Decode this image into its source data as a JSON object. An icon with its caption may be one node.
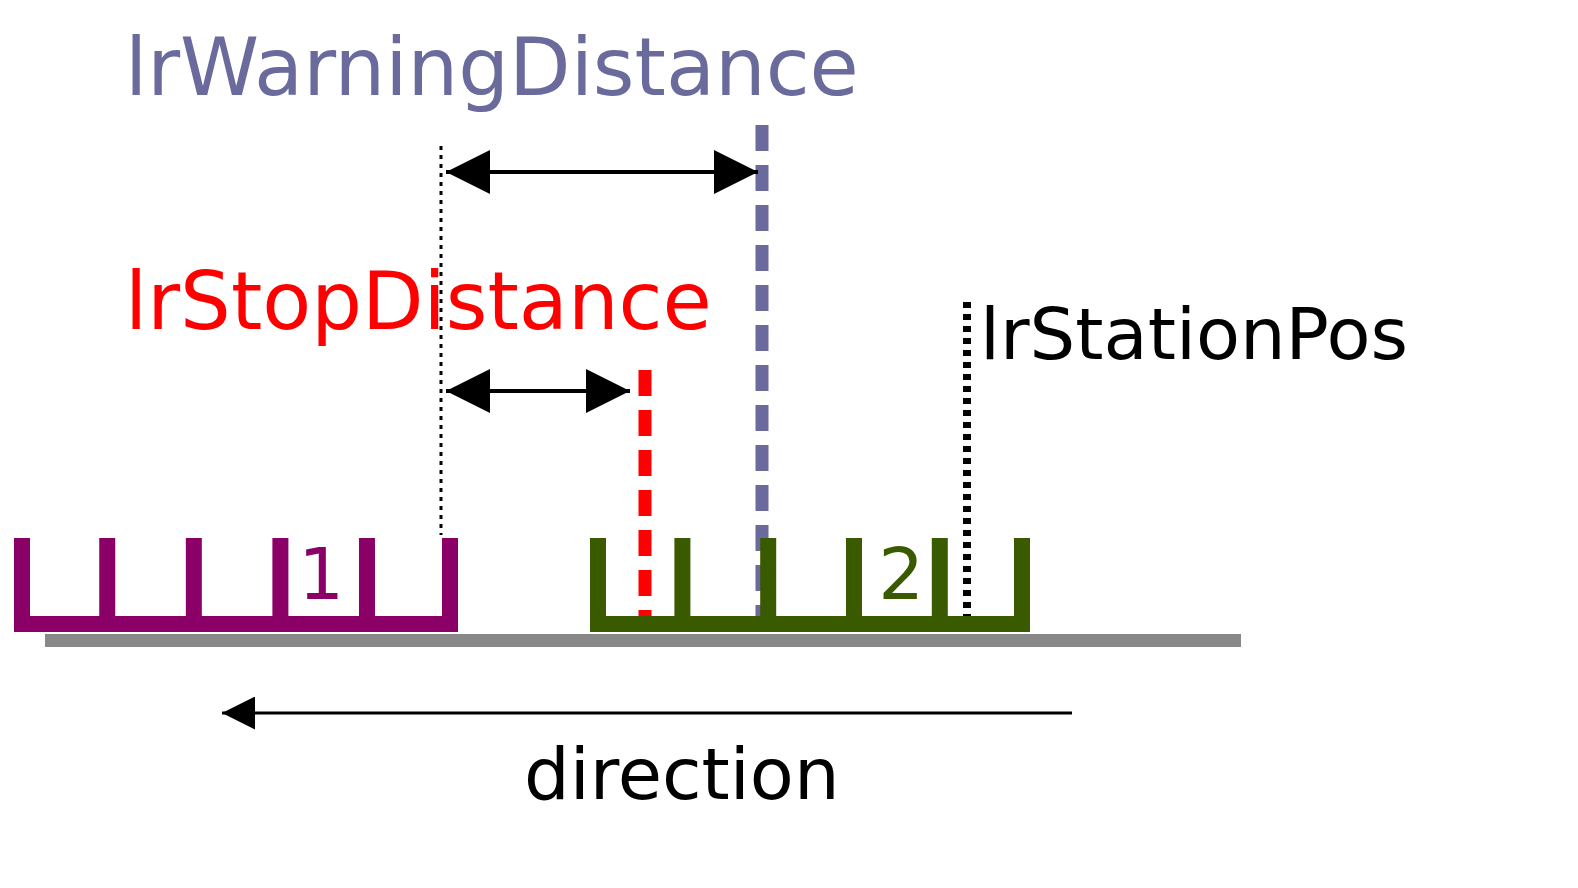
{
  "diagram": {
    "nodes": [
      {
        "text": [
          "1"
        ]
      },
      {
        "text": [
          "2"
        ]
      }
    ],
    "labels": [
      "lrWarningDistance",
      "lrStopDistance",
      "lrStationPos",
      "direction"
    ]
  }
}
